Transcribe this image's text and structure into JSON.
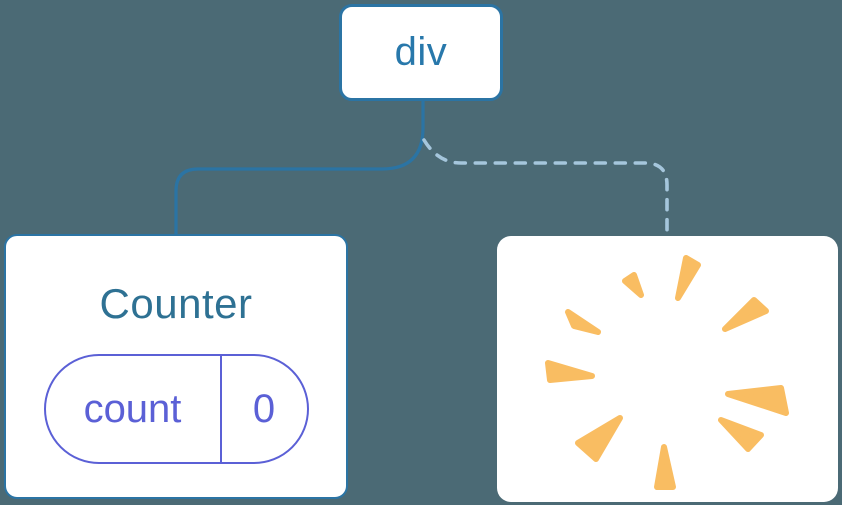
{
  "diagram": {
    "description": "React render tree: div root with Counter component (solid connection) and a removed component shown as a poof burst (dashed connection)",
    "root_node": {
      "label": "div"
    },
    "counter_node": {
      "title": "Counter",
      "state_pill": {
        "key": "count",
        "value": "0"
      },
      "connector_style": "solid"
    },
    "removed_node": {
      "icon": "poof-icon",
      "connector_style": "dashed"
    },
    "colors": {
      "background": "#4B6A75",
      "card_fill": "#FFFFFF",
      "node_border_blue": "#2B74A4",
      "root_label_blue": "#2878AB",
      "counter_title_blue": "#2E7193",
      "state_pill_indigo": "#5B60D6",
      "dashed_connector_blue": "#A5C6DC",
      "poof_orange": "#F9BD62"
    }
  }
}
